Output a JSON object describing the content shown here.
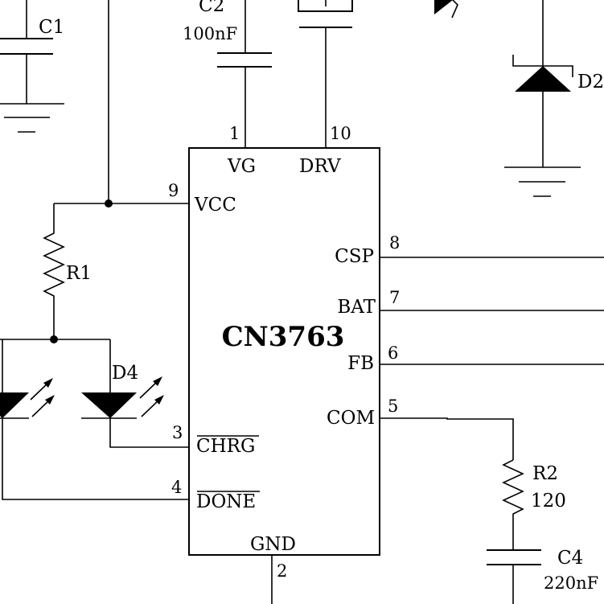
{
  "ic": {
    "name": "CN3763",
    "pins": {
      "vg": {
        "label": "VG",
        "num": "1"
      },
      "drv": {
        "label": "DRV",
        "num": "10"
      },
      "vcc": {
        "label": "VCC",
        "num": "9"
      },
      "csp": {
        "label": "CSP",
        "num": "8"
      },
      "bat": {
        "label": "BAT",
        "num": "7"
      },
      "fb": {
        "label": "FB",
        "num": "6"
      },
      "com": {
        "label": "COM",
        "num": "5"
      },
      "chrg": {
        "label": "CHRG",
        "num": "3"
      },
      "done": {
        "label": "DONE",
        "num": "4"
      },
      "gnd": {
        "label": "GND",
        "num": "2"
      }
    }
  },
  "components": {
    "c1": {
      "ref": "C1"
    },
    "c2": {
      "ref": "C2",
      "value": "100nF"
    },
    "c4": {
      "ref": "C4",
      "value": "220nF"
    },
    "r1": {
      "ref": "R1"
    },
    "r2": {
      "ref": "R2",
      "value": "120"
    },
    "d2": {
      "ref": "D2"
    },
    "d4": {
      "ref": "D4"
    }
  }
}
